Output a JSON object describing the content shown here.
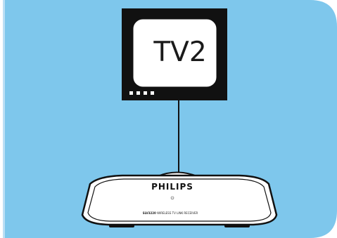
{
  "colors": {
    "panel": "#7ec7ec",
    "stripe": "#bcdff4",
    "outline": "#111111",
    "fill": "#ffffff"
  },
  "tv": {
    "screen_label": "TV2",
    "indicator_dots": 4
  },
  "receiver": {
    "brand": "PHILIPS",
    "model_number": "SLV3220",
    "model_description": "WIRELESS TV LINK RECEIVER",
    "power_symbol": "⏻"
  }
}
